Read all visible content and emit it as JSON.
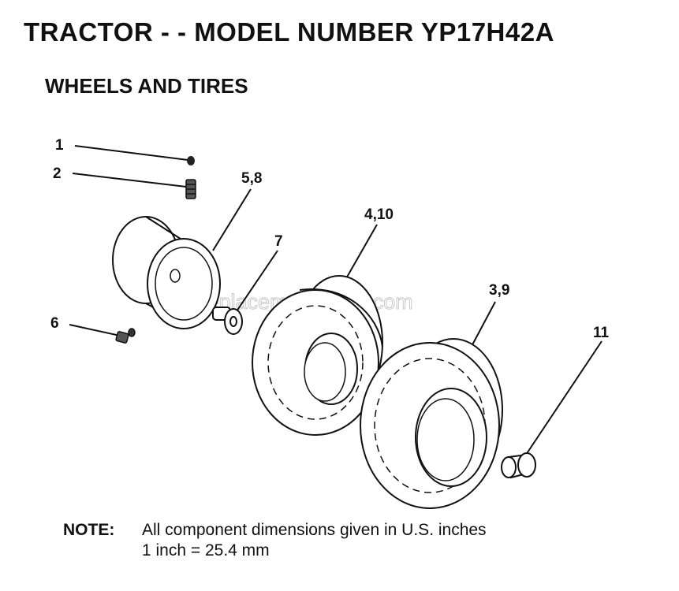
{
  "title": "TRACTOR - - MODEL NUMBER YP17H42A",
  "subtitle": "WHEELS AND TIRES",
  "callouts": [
    "1",
    "2",
    "5,8",
    "7",
    "4,10",
    "3,9",
    "11",
    "6"
  ],
  "watermark": "eReplacementParts.com",
  "note": {
    "label": "NOTE:",
    "line1": "All component dimensions given in U.S. inches",
    "line2": "1 inch = 25.4 mm"
  }
}
